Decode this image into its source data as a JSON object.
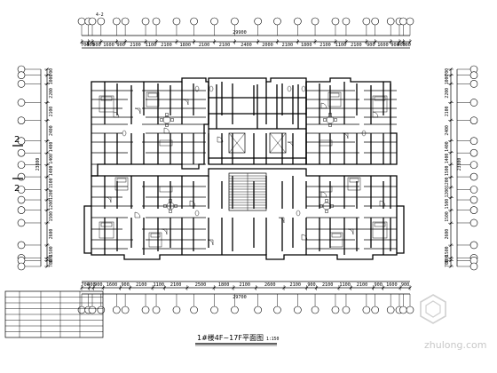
{
  "drawing": {
    "top_total_dim": "29900",
    "bottom_total_dim": "29700",
    "left_total_dim": "23800",
    "right_total_dim": "23300",
    "top_dims": [
      "700",
      "400",
      "900",
      "1600",
      "900",
      "2100",
      "1100",
      "2100",
      "1800",
      "2100",
      "2100",
      "2400",
      "2000",
      "2100",
      "1800",
      "2100",
      "1100",
      "2100",
      "900",
      "1600",
      "900",
      "400",
      "700"
    ],
    "bottom_dims": [
      "700",
      "400",
      "900",
      "1600",
      "900",
      "2100",
      "1100",
      "2100",
      "2500",
      "1800",
      "2100",
      "2600",
      "2100",
      "900",
      "2100",
      "1100",
      "2100",
      "900",
      "1600",
      "900"
    ],
    "left_dims": [
      "700",
      "1000",
      "2200",
      "2100",
      "2400",
      "1400",
      "1400",
      "1400",
      "1500",
      "1200",
      "1200",
      "1500",
      "2600",
      "1500",
      "300",
      "700"
    ],
    "right_dims": [
      "700",
      "1000",
      "2200",
      "2100",
      "2400",
      "1400",
      "1400",
      "1500",
      "1200",
      "1200",
      "1500",
      "1500",
      "2600",
      "1500",
      "300",
      "700"
    ],
    "section_marker": "2",
    "top_left_axis": "4-2",
    "title": "1#楼4F~17F平面图",
    "scale": "1:150"
  },
  "watermark": "zhulong.com"
}
